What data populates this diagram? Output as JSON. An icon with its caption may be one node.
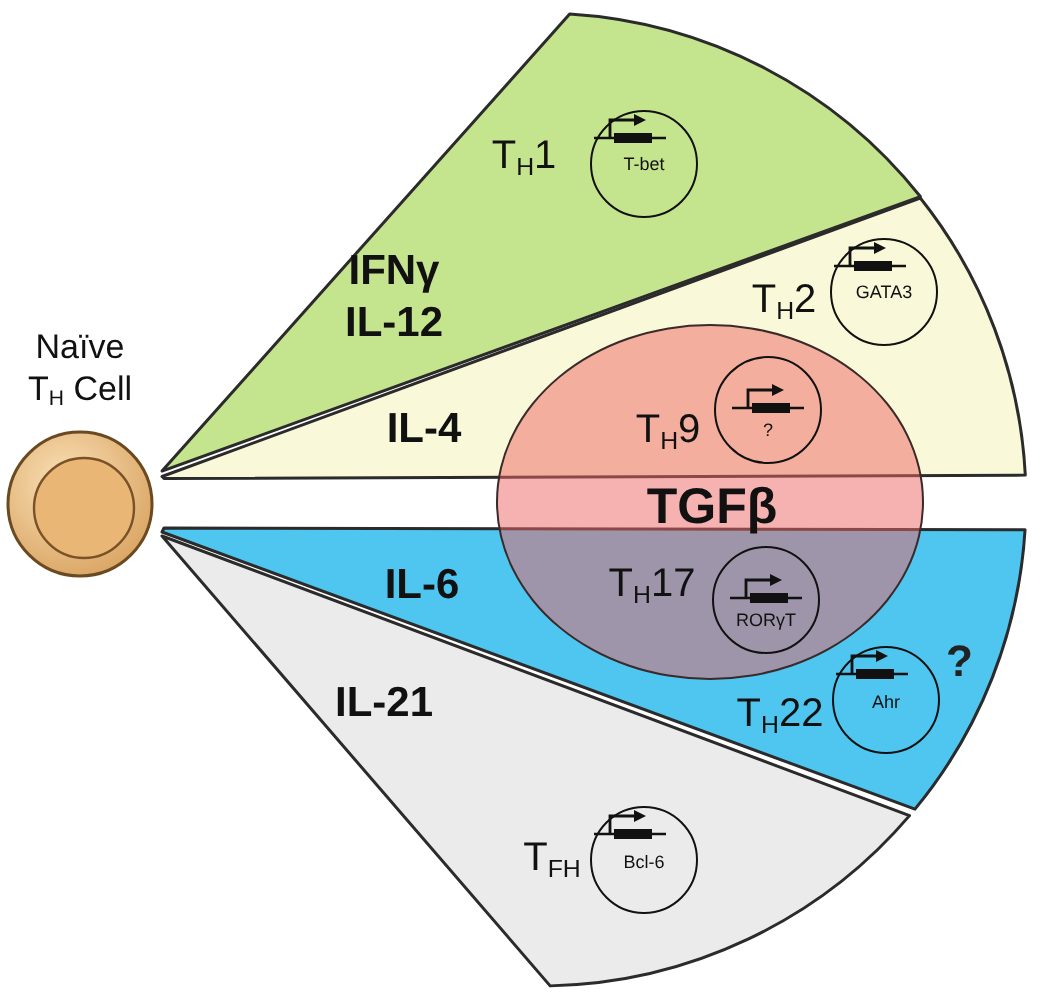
{
  "diagram": {
    "nodes": [
      {
        "text": [
          "Naïve T$_{H}$ Cell"
        ]
      },
      {
        "text": [
          "IFNγ IL-12",
          "T$_{H}$1"
        ]
      },
      {
        "text": [
          "T-bet"
        ],
        "in": 1
      },
      {
        "text": [
          "IL-4",
          "T$_{H}$2"
        ]
      },
      {
        "text": [
          "GATA3"
        ],
        "in": 3
      },
      {
        "text": [
          "T$_{H}$9",
          "TGFβ",
          "T$_{H}$17"
        ]
      },
      {
        "text": [
          "?"
        ]
      },
      {
        "text": [
          "RORγT"
        ]
      },
      {
        "text": [
          "IL-6",
          "T$_{H}$22"
        ]
      },
      {
        "text": [
          "Ahr"
        ],
        "in": 8,
        "beside": [
          "?"
        ]
      },
      {
        "text": [
          "IL-21",
          "T$_{FH}$"
        ]
      },
      {
        "text": [
          "Bcl-6"
        ],
        "in": 10
      }
    ]
  }
}
